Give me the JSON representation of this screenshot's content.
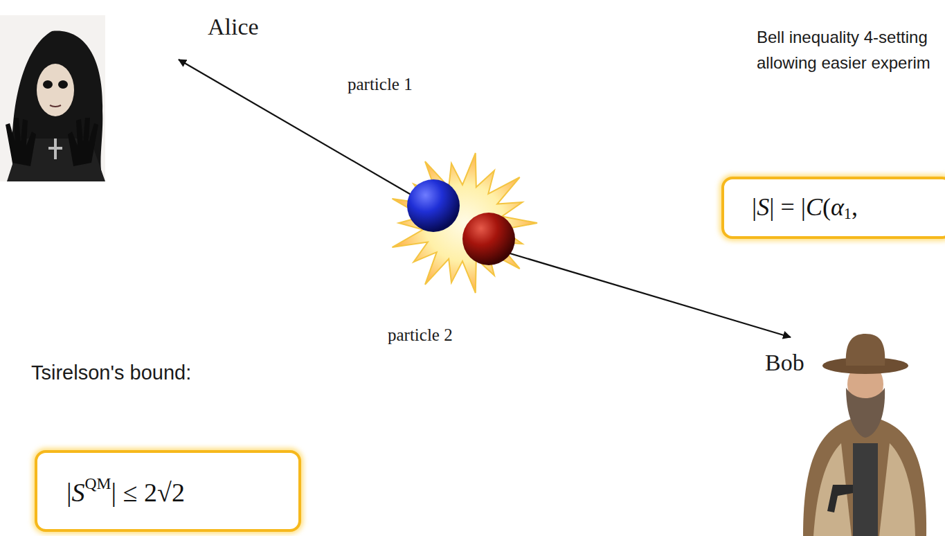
{
  "diagram": {
    "nodes": [
      {
        "text": [
          "|S| = |C(α1,"
        ]
      },
      {
        "text": [
          "|SQM| ≤ 2√2"
        ]
      }
    ],
    "labels": [
      "Bell inequality 4-setting",
      "allowing easier experim",
      "Alice",
      "particle 1",
      "particle 2",
      "Bob",
      "Tsirelson's bound:"
    ]
  }
}
